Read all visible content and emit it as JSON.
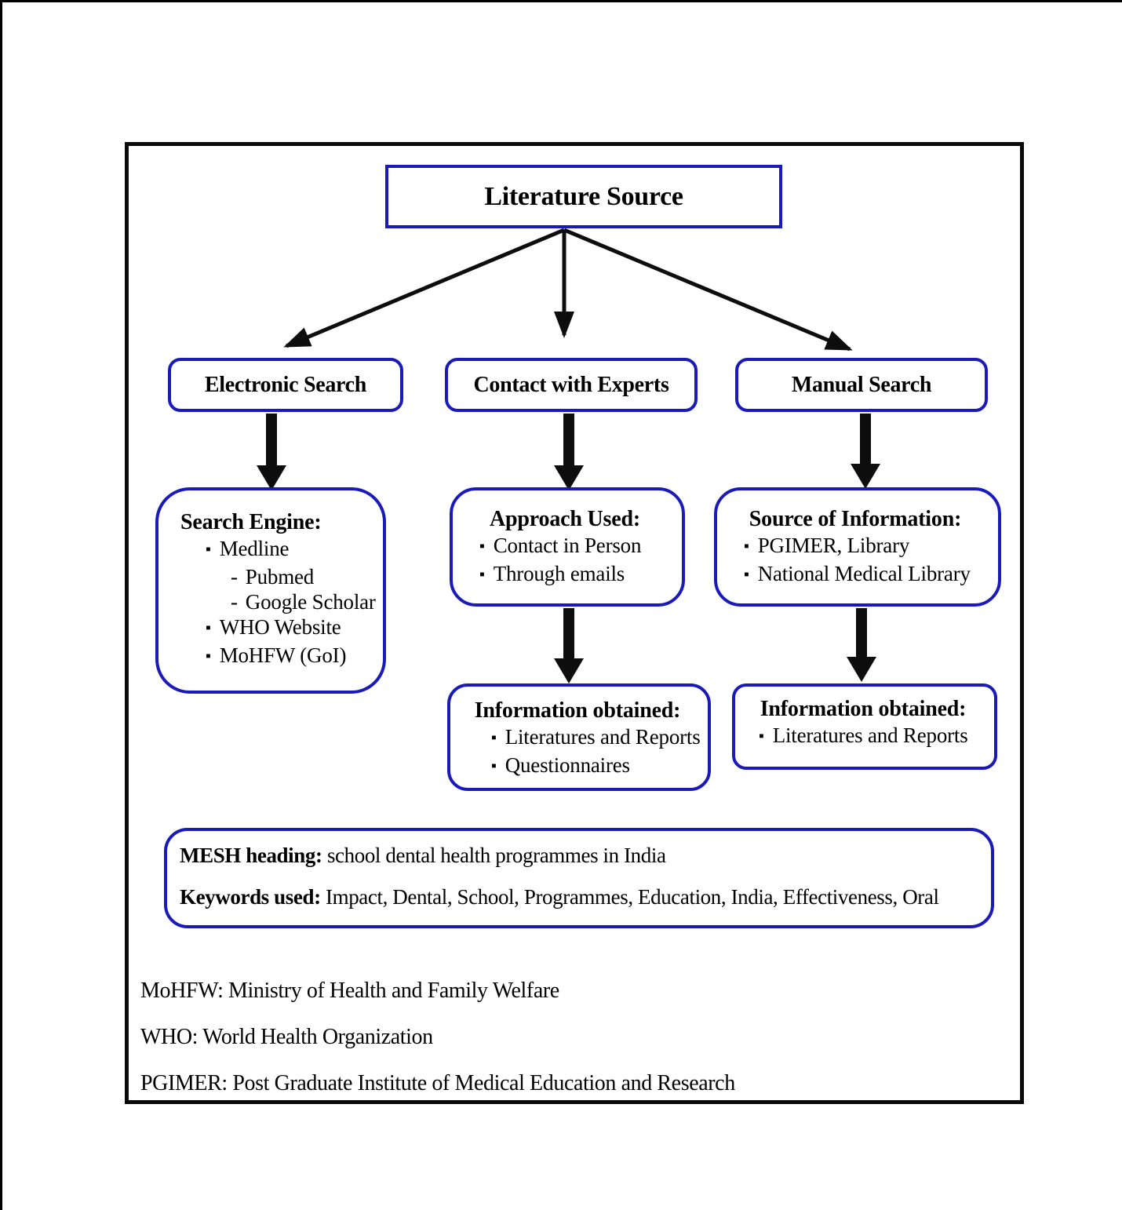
{
  "colors": {
    "box_border_blue": "#1a1ab9",
    "arrow_black": "#0d0d0d",
    "frame_black": "#0a0a0a",
    "background": "#ffffff"
  },
  "glyphs": {
    "square_bullet": "▪",
    "dash": "-"
  },
  "title_box": {
    "label": "Literature Source"
  },
  "branch_boxes": {
    "electronic": {
      "label": "Electronic Search"
    },
    "experts": {
      "label": "Contact with Experts"
    },
    "manual": {
      "label": "Manual Search"
    }
  },
  "search_engine_box": {
    "heading": "Search Engine:",
    "item1": "Medline",
    "sub1": "Pubmed",
    "sub2": "Google Scholar",
    "item2": "WHO Website",
    "item3": "MoHFW (GoI)"
  },
  "approach_box": {
    "heading": "Approach Used:",
    "item1": "Contact in Person",
    "item2": "Through emails"
  },
  "source_box": {
    "heading": "Source of Information:",
    "item1": "PGIMER, Library",
    "item2": "National Medical Library"
  },
  "info_experts_box": {
    "heading": "Information obtained:",
    "item1": "Literatures and Reports",
    "item2": "Questionnaires"
  },
  "info_manual_box": {
    "heading": "Information obtained:",
    "item1": "Literatures and Reports"
  },
  "mesh_box": {
    "line1_label": "MESH heading:",
    "line1_text": " school dental health programmes in India",
    "line2_label": "Keywords used:",
    "line2_text": " Impact, Dental, School, Programmes, Education, India, Effectiveness, Oral"
  },
  "legend": {
    "line1": "MoHFW: Ministry of Health and Family Welfare",
    "line2": "WHO: World Health Organization",
    "line3": "PGIMER: Post Graduate Institute of Medical Education and Research"
  }
}
